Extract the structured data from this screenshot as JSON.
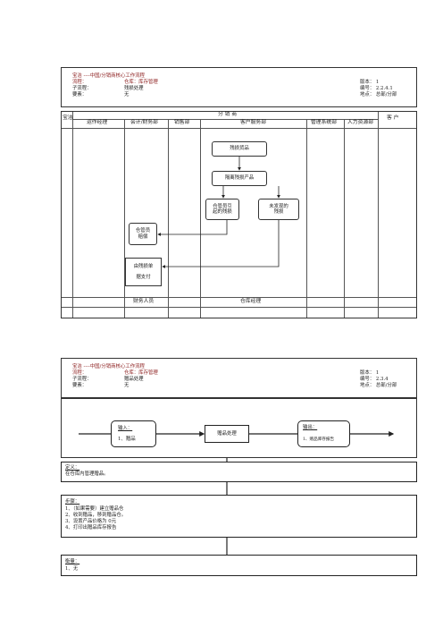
{
  "doc1": {
    "header": {
      "line1": "宝洁 ----中国/分销商核心工作流程",
      "flow_label": "流程：",
      "flow_value": "仓库：库存管理",
      "subflow_label": "子流程：",
      "subflow_value": "残损处理",
      "key_label": "要素：",
      "key_value": "无",
      "version": "版本：  1",
      "code": "编号：  2.2.4.1",
      "place": "地点：  总部/分部"
    },
    "columns": {
      "pg": "宝洁",
      "group": "分    销    商",
      "cols": [
        "运作经理",
        "会计/财务部",
        "销售部",
        "客户服务部",
        "管理系统部",
        "人力资源部"
      ],
      "customer": "客  户"
    },
    "boxes": {
      "b1": "残损货品",
      "b2": "隔离残损产品",
      "b3a": "仓管员引",
      "b3b": "起的残损",
      "b4a": "未发现的",
      "b4b": "残损",
      "b5a": "仓管员",
      "b5b": "赔偿",
      "b6a": "由残损单",
      "b6b": "据支付"
    },
    "footer": {
      "f1": "财务人员",
      "f2": "仓库经理"
    }
  },
  "doc2": {
    "header": {
      "line1": "宝洁 ----中国/分销商核心工作流程",
      "flow_label": "流程：",
      "flow_value": "仓库：库存管理",
      "subflow_label": "子流程：",
      "subflow_value": "赠品处理",
      "key_label": "要素：",
      "key_value": "无",
      "version": "版本：  1",
      "code": "编号：  2.3.4",
      "place": "地点：  总部/分部"
    },
    "input": {
      "title": "输入：",
      "item": "1、赠品"
    },
    "process": "赠品处理",
    "output": {
      "title": "输出：",
      "item": "1、赠品库存报告"
    },
    "definition": {
      "title": "定义：",
      "text": "在仓库内管理赠品。"
    },
    "steps": {
      "title": "步骤：",
      "s1": "1、（如果需要）建立赠品仓",
      "s2": "2、收到赠品，移到赠品仓。",
      "s3": "3、设置产品价格为    0元",
      "s4": "4、打印出赠品库存报告"
    },
    "measure": {
      "title": "衡量：",
      "text": "1、无"
    }
  }
}
